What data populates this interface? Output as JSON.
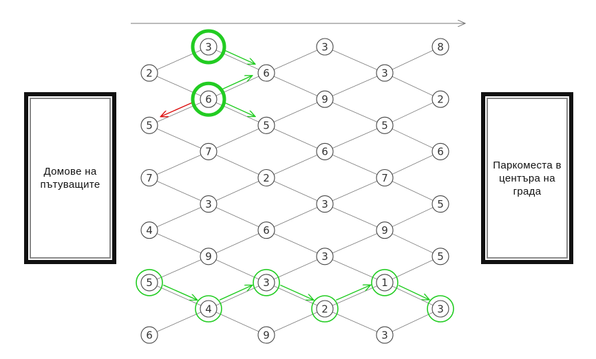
{
  "left_box_label": "Домове на пътуващите",
  "right_box_label": "Паркоместа в центъра на града",
  "colors": {
    "edge": "#777777",
    "highlight": "#22cc22",
    "red_arrow": "#dd1111",
    "node_stroke": "#444444"
  },
  "columns": [
    {
      "nodes": [
        {
          "row": 1,
          "value": "2"
        },
        {
          "row": 3,
          "value": "5"
        },
        {
          "row": 5,
          "value": "7"
        },
        {
          "row": 7,
          "value": "4"
        },
        {
          "row": 9,
          "value": "5",
          "highlight": "light"
        },
        {
          "row": 11,
          "value": "6"
        }
      ]
    },
    {
      "nodes": [
        {
          "row": 0,
          "value": "3",
          "highlight": "bold"
        },
        {
          "row": 2,
          "value": "6",
          "highlight": "bold"
        },
        {
          "row": 4,
          "value": "7"
        },
        {
          "row": 6,
          "value": "3"
        },
        {
          "row": 8,
          "value": "9"
        },
        {
          "row": 10,
          "value": "4",
          "highlight": "light"
        }
      ]
    },
    {
      "nodes": [
        {
          "row": 1,
          "value": "6"
        },
        {
          "row": 3,
          "value": "5"
        },
        {
          "row": 5,
          "value": "2"
        },
        {
          "row": 7,
          "value": "6"
        },
        {
          "row": 9,
          "value": "3",
          "highlight": "light"
        },
        {
          "row": 11,
          "value": "9"
        }
      ]
    },
    {
      "nodes": [
        {
          "row": 0,
          "value": "3"
        },
        {
          "row": 2,
          "value": "9"
        },
        {
          "row": 4,
          "value": "6"
        },
        {
          "row": 6,
          "value": "3"
        },
        {
          "row": 8,
          "value": "3"
        },
        {
          "row": 10,
          "value": "2",
          "highlight": "light"
        }
      ]
    },
    {
      "nodes": [
        {
          "row": 1,
          "value": "3"
        },
        {
          "row": 3,
          "value": "5"
        },
        {
          "row": 5,
          "value": "7"
        },
        {
          "row": 7,
          "value": "9"
        },
        {
          "row": 9,
          "value": "1",
          "highlight": "light"
        },
        {
          "row": 11,
          "value": "3"
        }
      ]
    },
    {
      "nodes": [
        {
          "row": 0,
          "value": "8"
        },
        {
          "row": 2,
          "value": "2"
        },
        {
          "row": 4,
          "value": "6"
        },
        {
          "row": 6,
          "value": "5"
        },
        {
          "row": 8,
          "value": "5"
        },
        {
          "row": 10,
          "value": "3",
          "highlight": "light"
        }
      ]
    }
  ]
}
